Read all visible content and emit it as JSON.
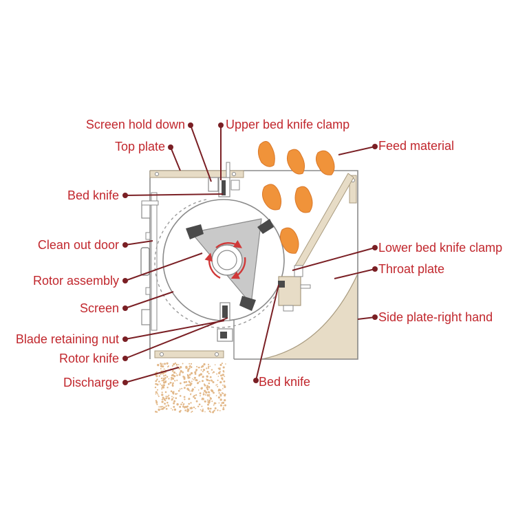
{
  "colors": {
    "label_text": "#c1272d",
    "leader_line": "#7a1f24",
    "outline": "#8a8a8a",
    "housing_fill": "#ffffff",
    "plate_fill": "#e7dcc6",
    "plate_edge": "#a89a7e",
    "rotor_fill": "#c9c9c9",
    "knife_fill": "#4a4a4a",
    "feed_fill": "#f0933a",
    "feed_edge": "#d9782a",
    "arrow": "#d03838",
    "discharge_dots": "#e2b889",
    "screen_dash": "#9a9a9a"
  },
  "labels": {
    "screen_hold_down": "Screen hold down",
    "upper_bed_knife_clamp": "Upper bed knife clamp",
    "top_plate": "Top plate",
    "feed_material": "Feed material",
    "bed_knife_top": "Bed knife",
    "clean_out_door": "Clean out door",
    "lower_bed_knife_clamp": "Lower bed knife clamp",
    "rotor_assembly": "Rotor assembly",
    "throat_plate": "Throat plate",
    "screen": "Screen",
    "side_plate_right_hand": "Side plate-right hand",
    "blade_retaining_nut": "Blade retaining nut",
    "rotor_knife": "Rotor knife",
    "discharge": "Discharge",
    "bed_knife_bottom": "Bed knife"
  }
}
